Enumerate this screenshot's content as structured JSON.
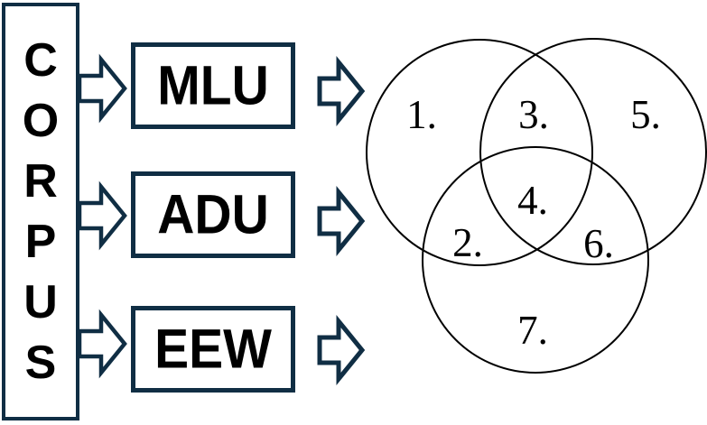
{
  "corpus_box": {
    "label": "CORPUS",
    "letters": [
      "C",
      "O",
      "R",
      "P",
      "U",
      "S"
    ]
  },
  "module_boxes": [
    {
      "label": "MLU"
    },
    {
      "label": "ADU"
    },
    {
      "label": "EEW"
    }
  ],
  "venn_diagram": {
    "region_labels": [
      "1.",
      "2.",
      "3.",
      "4.",
      "5.",
      "6.",
      "7."
    ]
  },
  "icons": {
    "flow_arrow": "block-arrow-right-icon"
  },
  "colors": {
    "outline_navy": "#102e44",
    "venn_stroke": "#000000",
    "text": "#000000",
    "background": "#ffffff"
  }
}
